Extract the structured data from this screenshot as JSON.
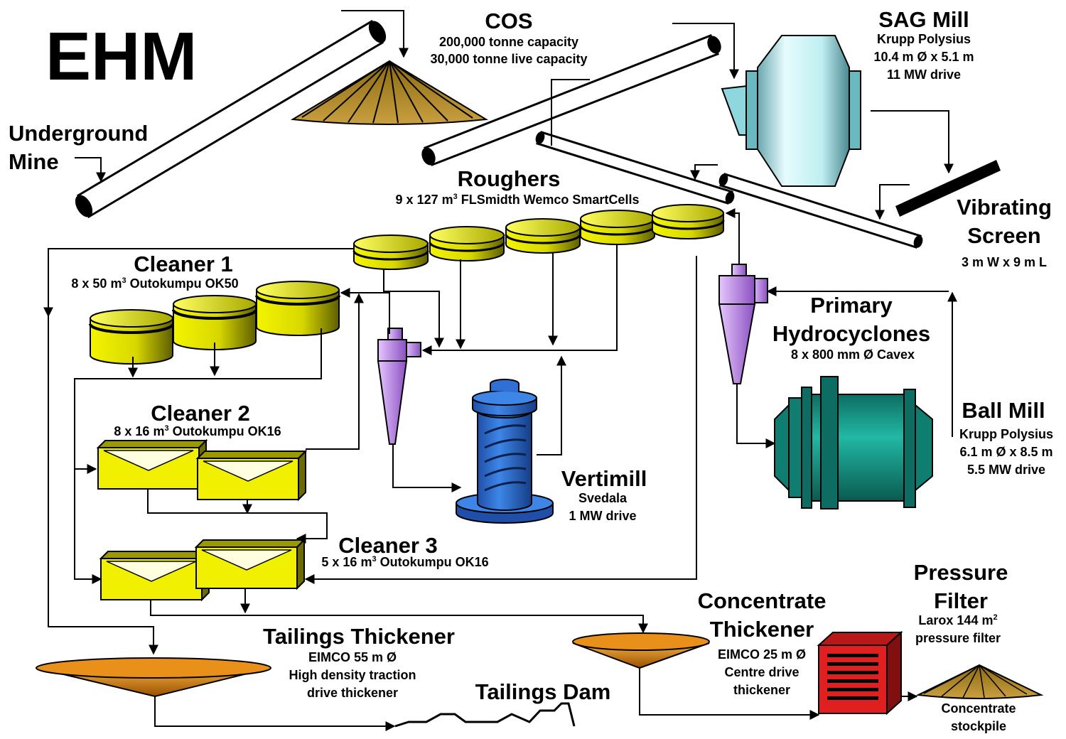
{
  "title": "EHM",
  "underground_mine": {
    "line1": "Underground",
    "line2": "Mine"
  },
  "cos": {
    "name": "COS",
    "line1": "200,000 tonne capacity",
    "line2": "30,000 tonne live capacity"
  },
  "sag_mill": {
    "name": "SAG Mill",
    "line1": "Krupp Polysius",
    "line2": "10.4 m Ø x 5.1 m",
    "line3": "11 MW drive"
  },
  "roughers": {
    "name": "Roughers",
    "spec_pre": "9 x 127 m",
    "spec_sup": "3",
    "spec_post": " FLSmidth Wemco SmartCells"
  },
  "vibrating_screen": {
    "line1": "Vibrating",
    "line2": "Screen",
    "line3": "3 m W x 9 m L"
  },
  "cleaner1": {
    "name": "Cleaner 1",
    "spec_pre": "8 x 50 m",
    "spec_sup": "3",
    "spec_post": " Outokumpu OK50"
  },
  "cleaner2": {
    "name": "Cleaner 2",
    "spec_pre": "8 x 16 m",
    "spec_sup": "3",
    "spec_post": " Outokumpu OK16"
  },
  "cleaner3": {
    "name": "Cleaner 3",
    "spec_pre": "5 x 16 m",
    "spec_sup": "3",
    "spec_post": " Outokumpu OK16"
  },
  "primary_hydrocyclones": {
    "line1": "Primary",
    "line2": "Hydrocyclones",
    "line3": "8 x 800 mm Ø Cavex"
  },
  "ball_mill": {
    "name": "Ball Mill",
    "line1": "Krupp Polysius",
    "line2": "6.1 m Ø x 8.5 m",
    "line3": "5.5 MW drive"
  },
  "vertimill": {
    "name": "Vertimill",
    "line1": "Svedala",
    "line2": "1 MW drive"
  },
  "tailings_thickener": {
    "name": "Tailings Thickener",
    "line1": "EIMCO 55 m Ø",
    "line2": "High density traction",
    "line3": "drive thickener"
  },
  "tailings_dam": {
    "name": "Tailings Dam"
  },
  "concentrate_thickener": {
    "line1": "Concentrate",
    "line2": "Thickener",
    "line3": "EIMCO 25 m Ø",
    "line4": "Centre drive",
    "line5": "thickener"
  },
  "pressure_filter": {
    "line1": "Pressure",
    "line2": "Filter",
    "spec_pre": "Larox 144 m",
    "spec_sup": "2",
    "line4": "pressure filter"
  },
  "concentrate_stockpile": {
    "line1": "Concentrate",
    "line2": "stockpile"
  },
  "colors": {
    "flotation_cell": "#f0f000",
    "cell_dark": "#6b6b00",
    "cyclone": "#c38cf0",
    "vertimill": "#2f6fd6",
    "ball_mill": "#1aa090",
    "sag_mill": "#bfeff2",
    "stockpile": "#b3892a",
    "thickener": "#e8901a",
    "pressure_filter": "#e02020"
  }
}
